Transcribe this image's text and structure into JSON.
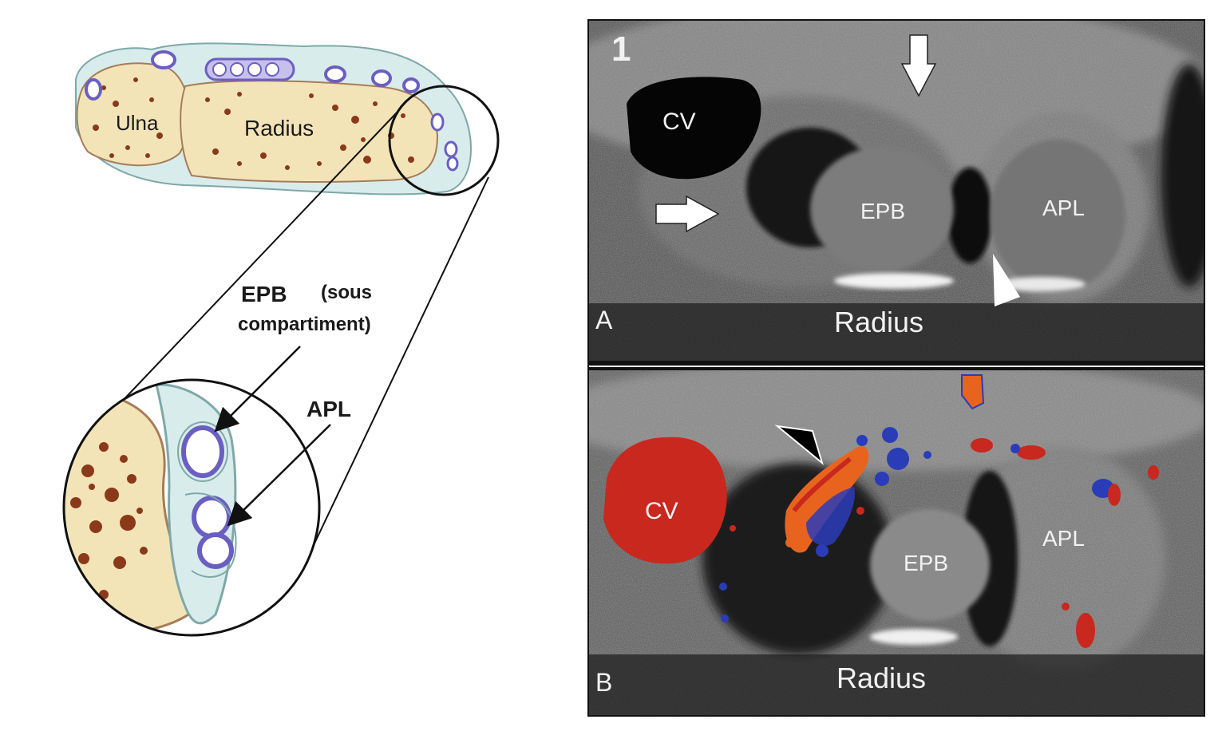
{
  "diagram": {
    "anatomy": {
      "ulna_label": "Ulna",
      "radius_label": "Radius",
      "epb_label": "EPB",
      "epb_note_line1": "(sous",
      "epb_note_line2": "compartiment)",
      "apl_label": "APL"
    },
    "ultrasound": {
      "figure_number": "1",
      "panel_a": {
        "letter": "A",
        "cv_label": "CV",
        "epb_label": "EPB",
        "apl_label": "APL",
        "radius_label": "Radius"
      },
      "panel_b": {
        "letter": "B",
        "cv_label": "CV",
        "epb_label": "EPB",
        "apl_label": "APL",
        "radius_label": "Radius"
      }
    },
    "colors": {
      "bone": "#f3e4b8",
      "bone_spots": "#8a3a1a",
      "sheath": "#b7d6d6",
      "tendon": "#6a5fc1",
      "doppler_red": "#c8281e",
      "doppler_blue": "#2a3cb8",
      "doppler_orange": "#e8641e"
    }
  }
}
